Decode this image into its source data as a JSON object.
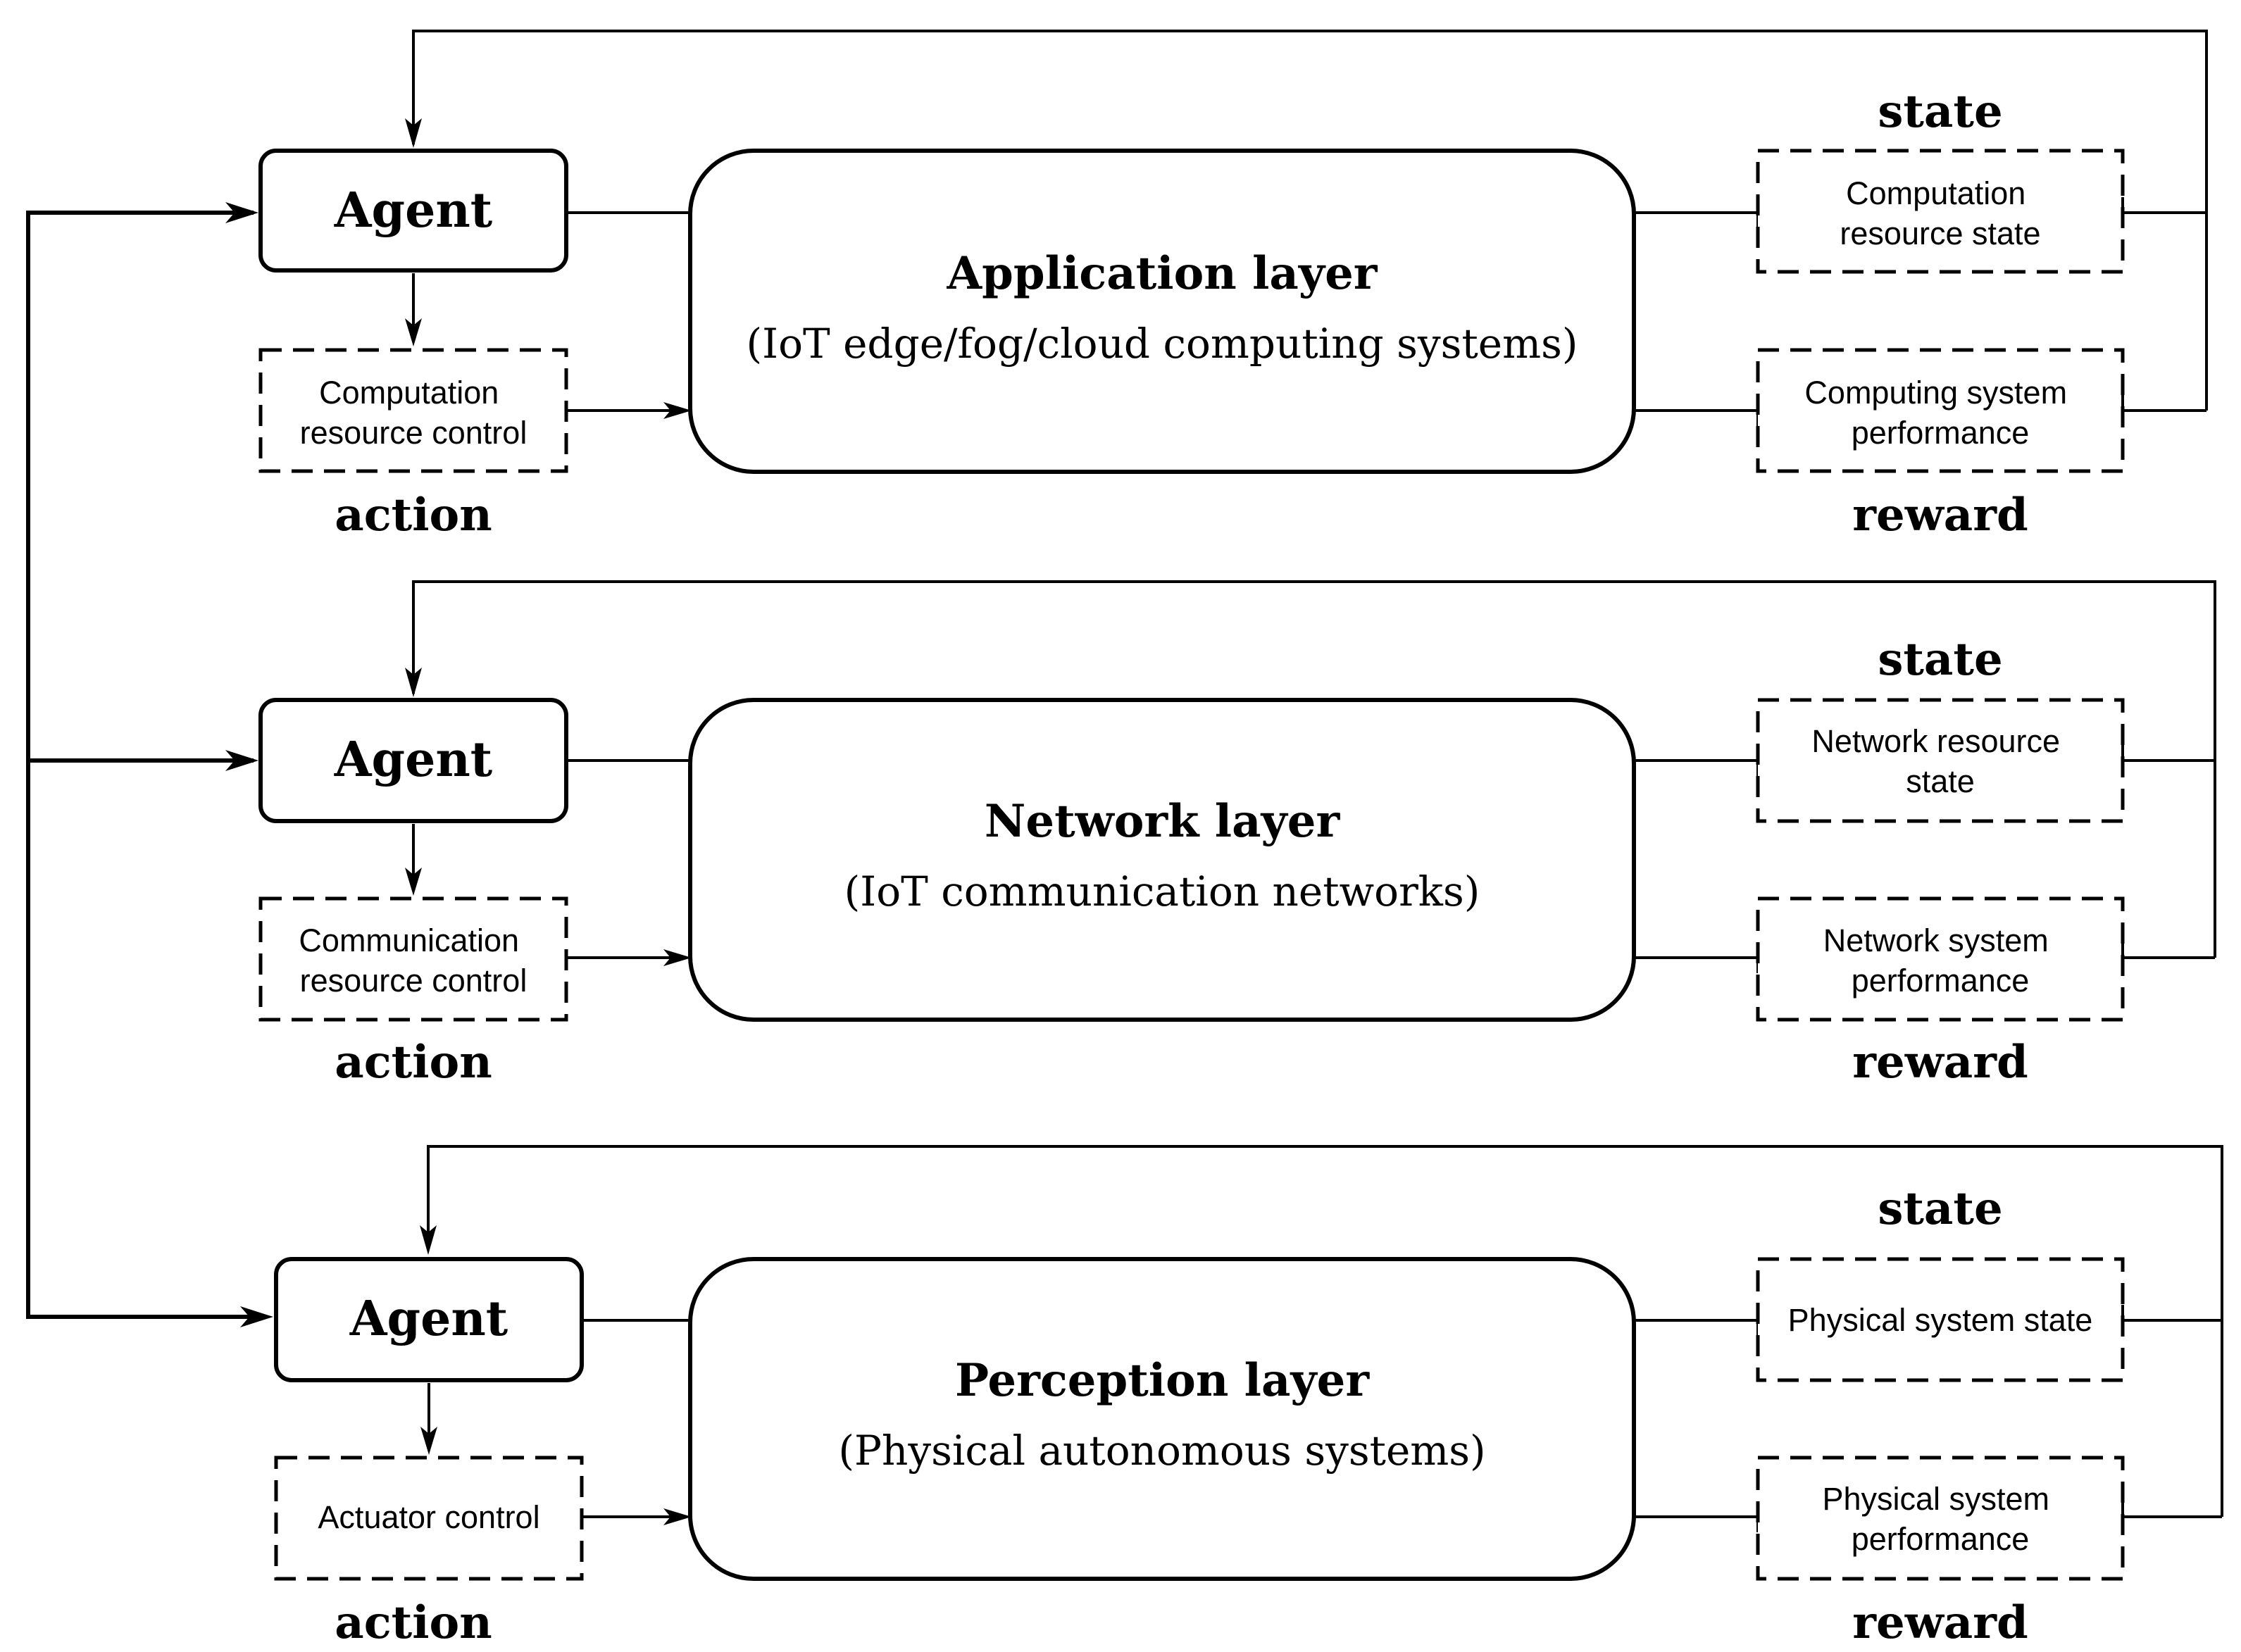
{
  "layers": [
    {
      "agent": "Agent",
      "action_box": [
        "Computation",
        "resource control"
      ],
      "action_label": "action",
      "layer_title": "Application layer",
      "layer_subtitle": "(IoT edge/fog/cloud computing systems)",
      "state_label": "state",
      "state_box": [
        "Computation",
        "resource state"
      ],
      "reward_box": [
        "Computing system",
        "performance"
      ],
      "reward_label": "reward"
    },
    {
      "agent": "Agent",
      "action_box": [
        "Communication",
        "resource control"
      ],
      "action_label": "action",
      "layer_title": "Network layer",
      "layer_subtitle": "(IoT communication networks)",
      "state_label": "state",
      "state_box": [
        "Network resource",
        "state"
      ],
      "reward_box": [
        "Network system",
        "performance"
      ],
      "reward_label": "reward"
    },
    {
      "agent": "Agent",
      "action_box": [
        "Actuator control"
      ],
      "action_label": "action",
      "layer_title": "Perception layer",
      "layer_subtitle": "(Physical autonomous systems)",
      "state_label": "state",
      "state_box": [
        "Physical system state"
      ],
      "reward_box": [
        "Physical system",
        "performance"
      ],
      "reward_label": "reward"
    }
  ]
}
